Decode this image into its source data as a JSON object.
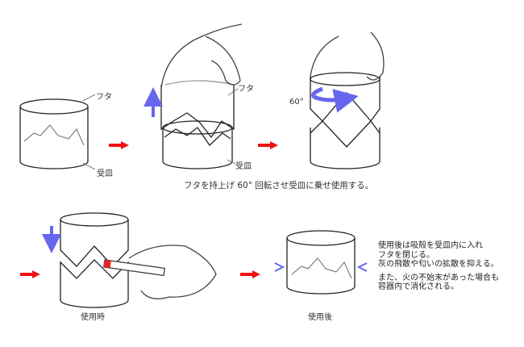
{
  "labels": {
    "lid": "フタ",
    "tray": "受皿",
    "angle": "60°",
    "caption": "フタを持上げ 60° 回転させ受皿に乗せ使用する。",
    "in_use": "使用時",
    "after_use": "使用後"
  },
  "description": {
    "para1": [
      "使用後は吸殻を受皿内に入れ",
      "フタを閉じる。",
      "灰の飛散や匂いの拡散を抑える。"
    ],
    "para2": [
      "また、火の不始末があった場合も",
      "容器内で消化される。"
    ]
  },
  "colors": {
    "arrow_red": "#ee1111",
    "arrow_blue": "#6666ee",
    "line": "#222222"
  }
}
